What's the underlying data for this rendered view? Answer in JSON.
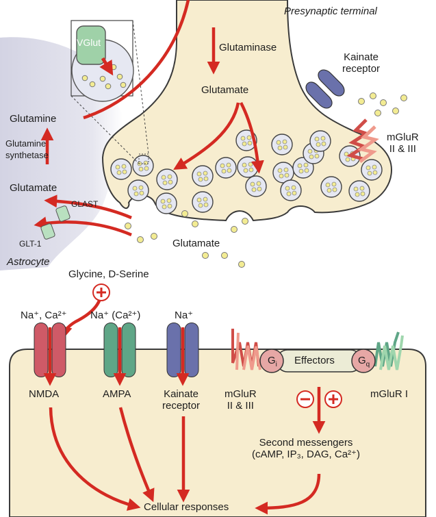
{
  "colors": {
    "arrow_red": "#d42a22",
    "cytoplasm": "#f7edcf",
    "astrocyte": "#dcdce9",
    "vesicle": "#e6e8f2",
    "glutamate_dot": "#f3ec93",
    "nmda": "#cf5a67",
    "ampa": "#5fa687",
    "kainate": "#6a71ab",
    "mglur_2_3": "#ef9a8c",
    "mglur_1": "#9fd6ad",
    "g_protein": "#e6a7a5"
  },
  "presynaptic": {
    "title": "Presynaptic terminal",
    "vglut": "VGlut",
    "glutaminase": "Glutaminase",
    "glutamate": "Glutamate",
    "kainate_receptor": [
      "Kainate",
      "receptor"
    ],
    "mglur": [
      "mGluR",
      "II & III"
    ]
  },
  "astrocyte": {
    "glutamine": "Glutamine",
    "enzyme": [
      "Glutamine",
      "synthetase"
    ],
    "glutamate": "Glutamate",
    "glast": "GLAST",
    "glt1": "GLT-1",
    "name": "Astrocyte"
  },
  "cleft": {
    "glutamate": "Glutamate",
    "coagonists": "Glycine, D-Serine"
  },
  "postsynaptic": {
    "ion_nmda": "Na⁺, Ca²⁺",
    "ion_ampa": "Na⁺ (Ca²⁺)",
    "ion_kainate": "Na⁺",
    "nmda": "NMDA",
    "ampa": "AMPA",
    "kainate": [
      "Kainate",
      "receptor"
    ],
    "mglur_2_3": [
      "mGluR",
      "II & III"
    ],
    "mglur_1": "mGluR I",
    "gi": "Gᵢ",
    "gq": "G_q",
    "effectors": "Effectors",
    "second_messengers": [
      "Second messengers",
      "(cAMP, IP₃, DAG, Ca²⁺)"
    ],
    "cellular_responses": "Cellular responses"
  },
  "icons": [
    "plus-icon",
    "minus-icon",
    "arrow-icon",
    "vesicle-icon",
    "receptor-icon"
  ]
}
